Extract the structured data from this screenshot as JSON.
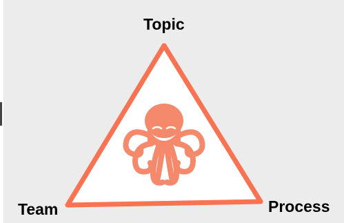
{
  "diagram": {
    "vertices": {
      "top": "Topic",
      "left": "Team",
      "right": "Process"
    },
    "center_icon": "octopus-icon",
    "colors": {
      "triangle_stroke": "#f87352",
      "triangle_fill": "#ffffff",
      "icon": "#f4896b",
      "background": "#ececec",
      "text": "#000000"
    }
  }
}
